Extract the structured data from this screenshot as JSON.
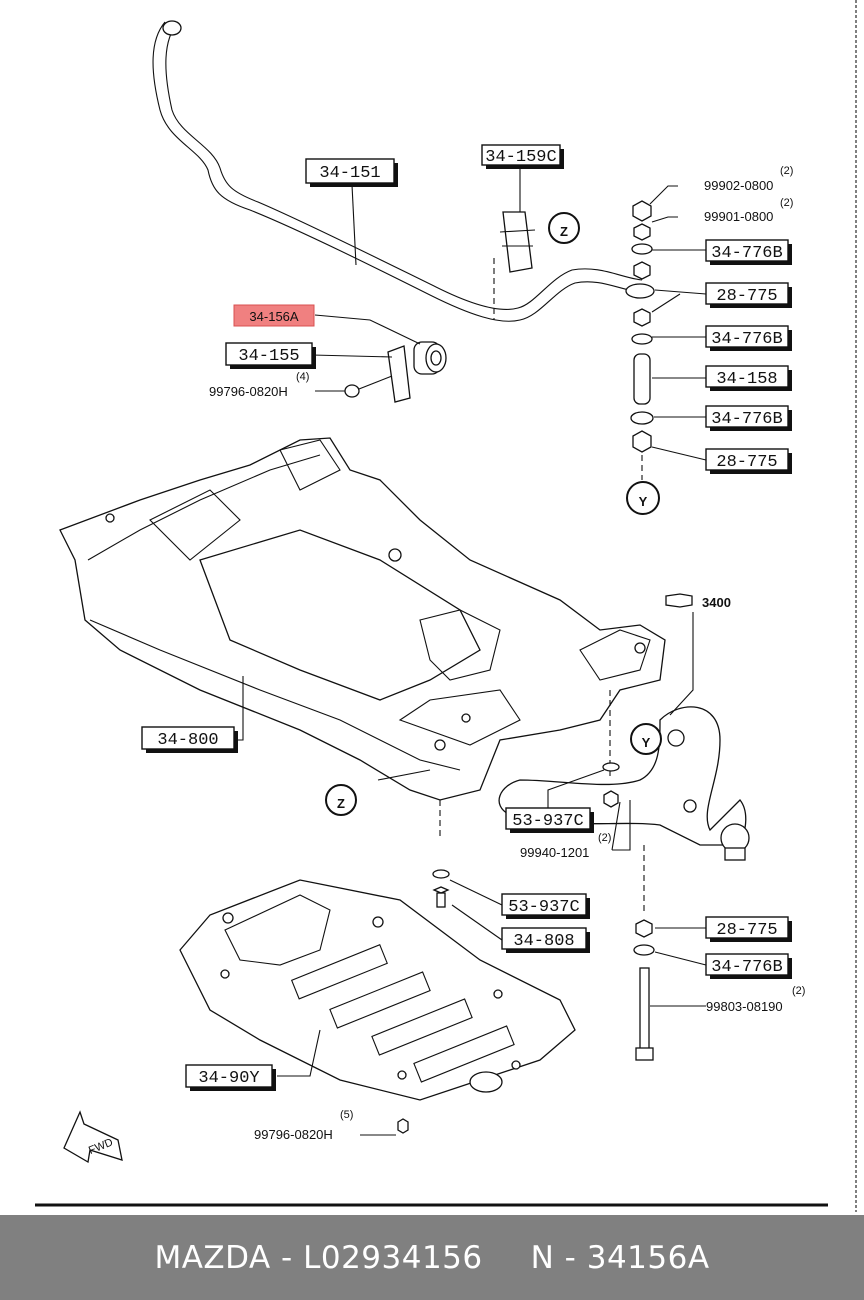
{
  "labels": {
    "l_34_151": "34-151",
    "l_34_159c": "34-159C",
    "l_34_156a": "34-156A",
    "l_34_155": "34-155",
    "l_99796_top": "99796-0820H",
    "q_99796_top": "(4)",
    "l_99902": "99902-0800",
    "q_99902": "(2)",
    "l_99901": "99901-0800",
    "q_99901": "(2)",
    "l_34_776b_1": "34-776B",
    "l_28_775_1": "28-775",
    "l_34_776b_2": "34-776B",
    "l_34_158": "34-158",
    "l_34_776b_3": "34-776B",
    "l_28_775_2": "28-775",
    "l_3400": "3400",
    "l_34_800": "34-800",
    "l_53_937c_1": "53-937C",
    "l_99940": "99940-1201",
    "q_99940": "(2)",
    "l_53_937c_2": "53-937C",
    "l_34_808": "34-808",
    "l_28_775_3": "28-775",
    "l_34_776b_4": "34-776B",
    "l_99803": "99803-08190",
    "q_99803": "(2)",
    "l_34_90y": "34-90Y",
    "l_99796_bot": "99796-0820H",
    "q_99796_bot": "(5)",
    "marker_z": "Z",
    "marker_y": "Y",
    "fwd": "FWD"
  },
  "footer": {
    "part_left": "MAZDA - L02934156",
    "part_right": "N - 34156A"
  },
  "colors": {
    "highlight_fill": "#f08080",
    "footer_bg": "#808080",
    "footer_text": "#ffffff"
  }
}
